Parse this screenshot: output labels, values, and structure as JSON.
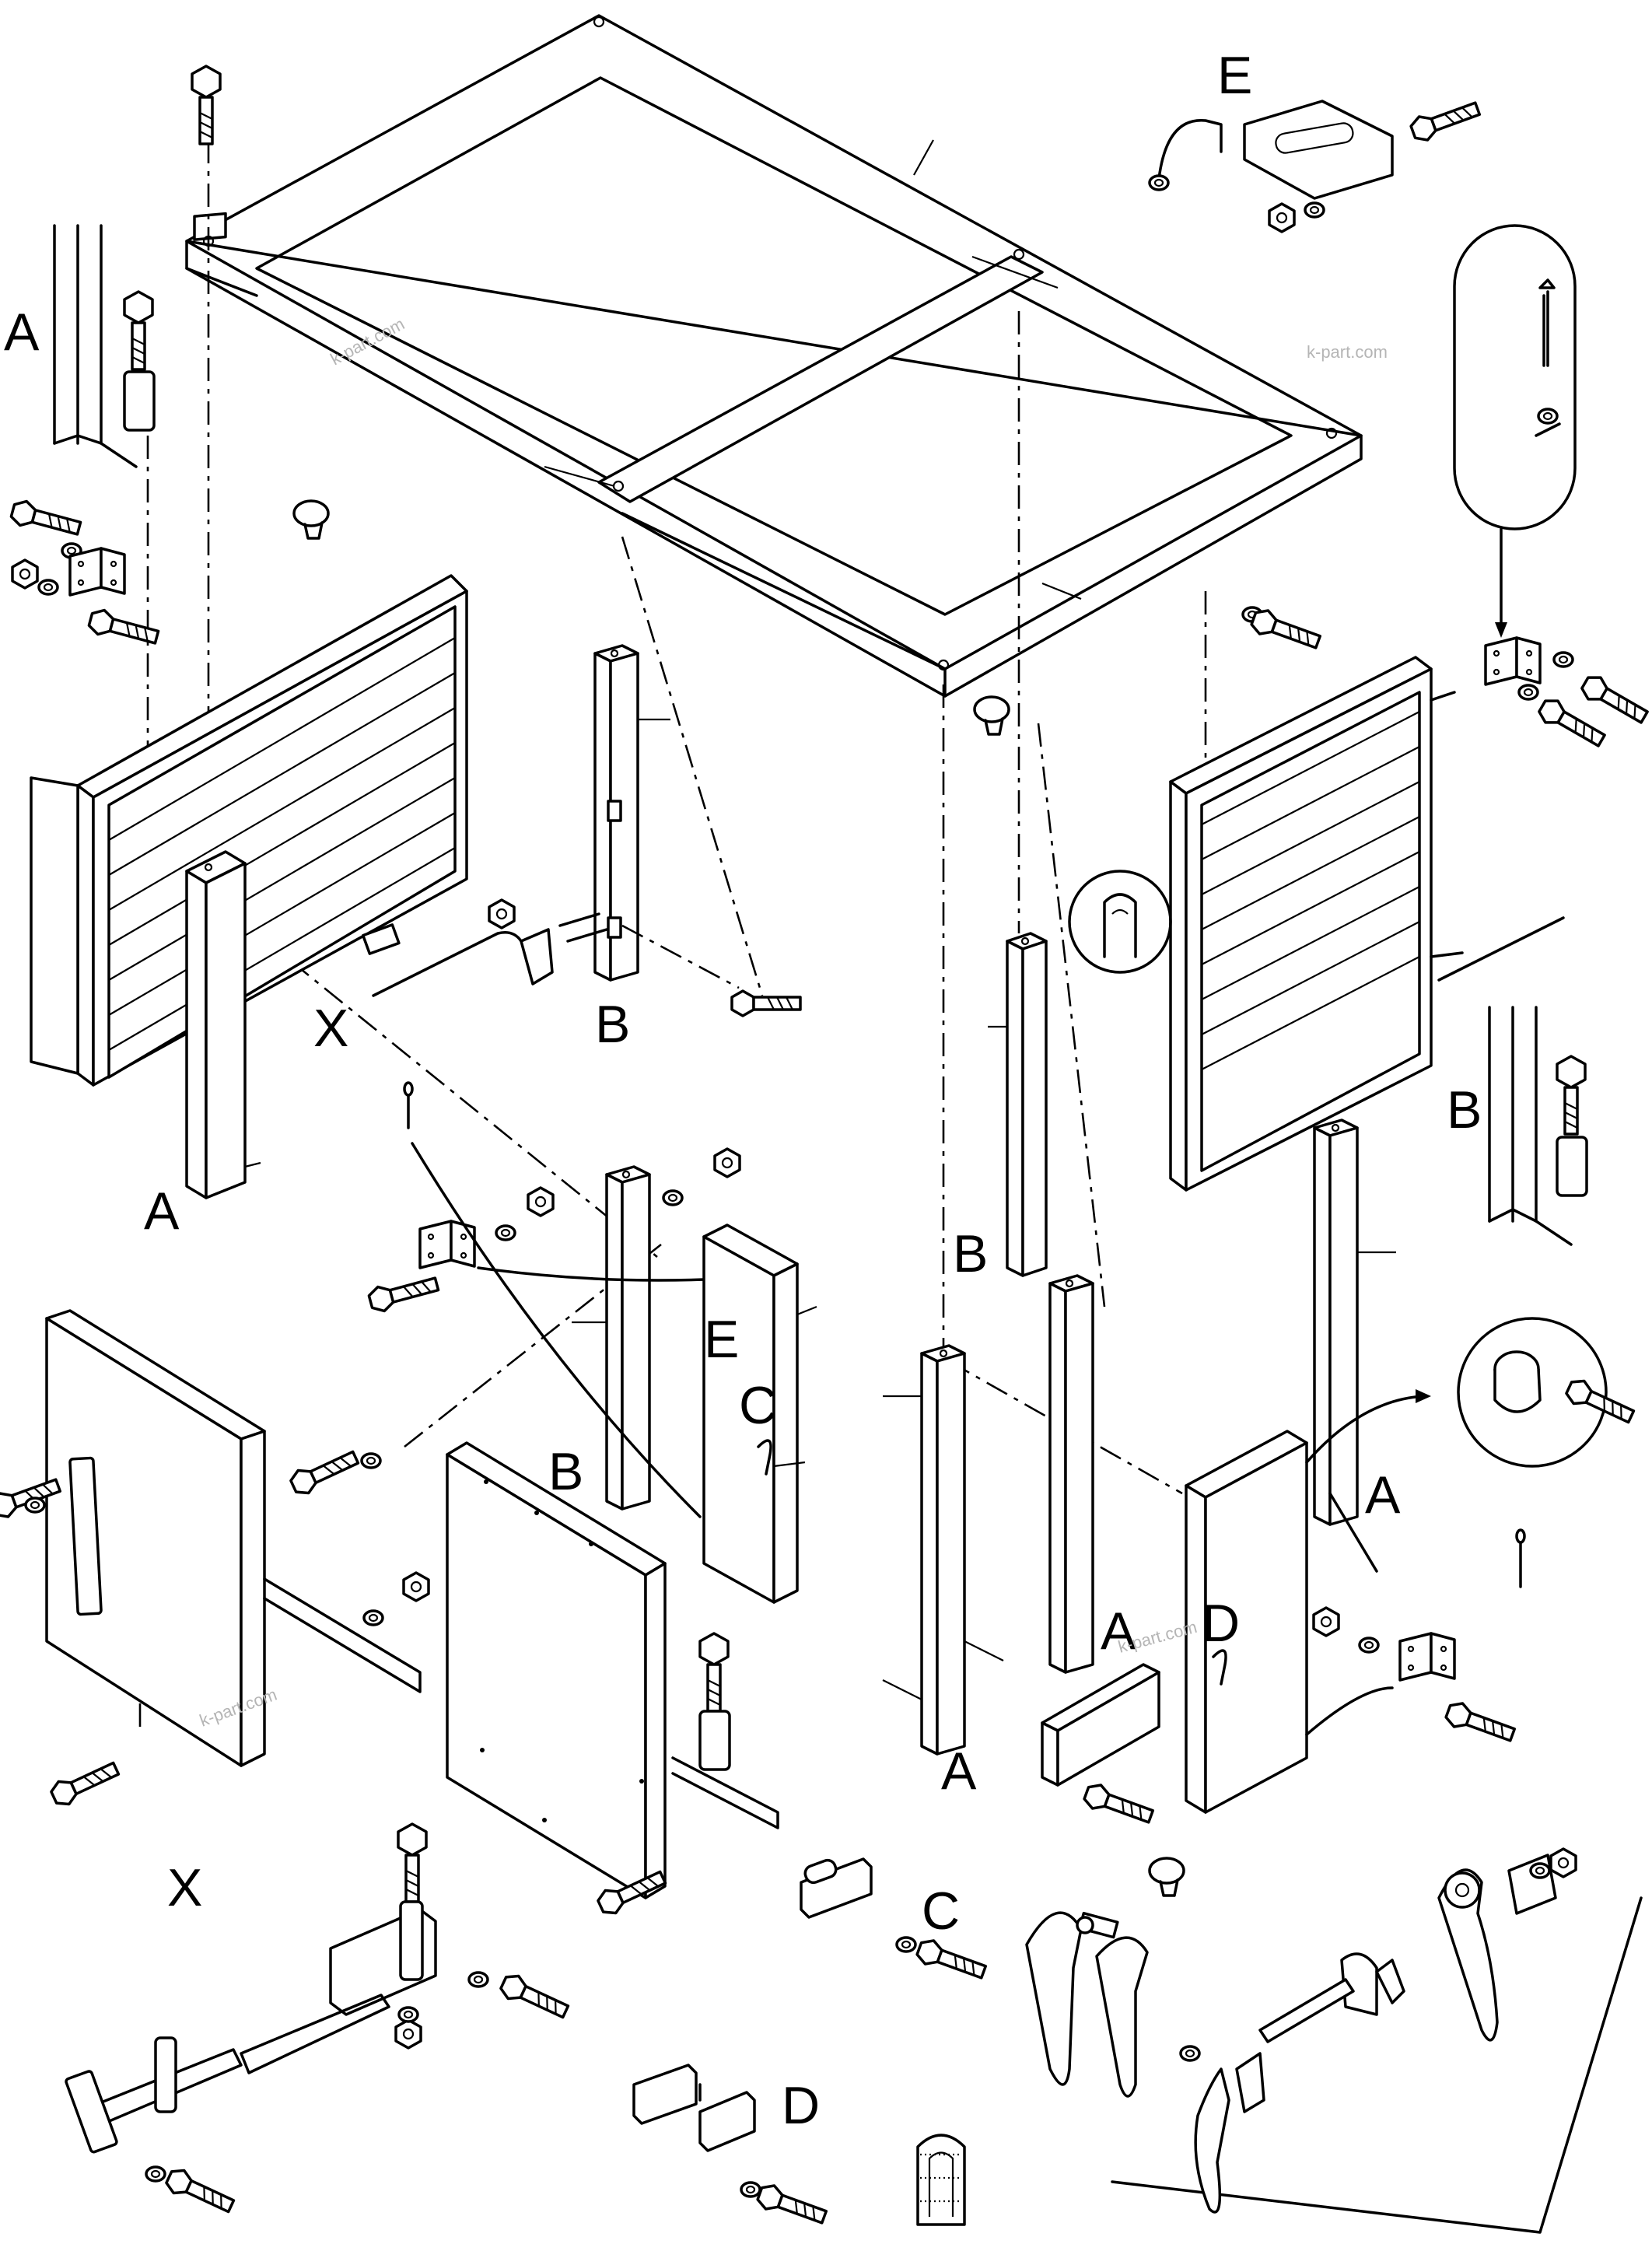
{
  "diagram": {
    "labels": {
      "a": "A",
      "b": "B",
      "c": "C",
      "d": "D",
      "e": "E",
      "x": "X"
    },
    "watermark": "k-part.com"
  }
}
